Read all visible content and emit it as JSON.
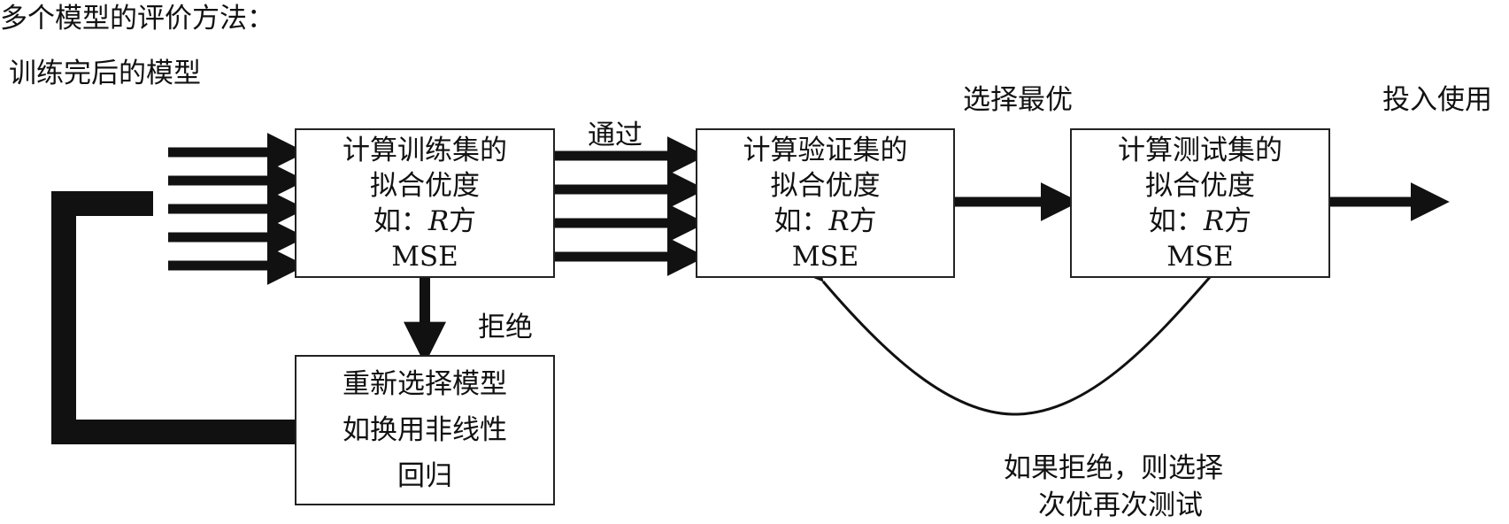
{
  "title": "多个模型的评价方法：",
  "subtitle": "训练完后的模型",
  "boxes": {
    "train": {
      "line1": "计算训练集的",
      "line2": "拟合优度",
      "line3_pre": "如：",
      "line3_r": "R",
      "line3_post": "方",
      "line4": "MSE"
    },
    "validate": {
      "line1": "计算验证集的",
      "line2": "拟合优度",
      "line3_pre": "如：",
      "line3_r": "R",
      "line3_post": "方",
      "line4": "MSE"
    },
    "test": {
      "line1": "计算测试集的",
      "line2": "拟合优度",
      "line3_pre": "如：",
      "line3_r": "R",
      "line3_post": "方",
      "line4": "MSE"
    },
    "reselect": {
      "line1": "重新选择模型",
      "line2": "如换用非线性",
      "line3": "回归"
    }
  },
  "labels": {
    "pass": "通过",
    "reject": "拒绝",
    "select_best": "选择最优",
    "deploy": "投入使用",
    "fallback_line1": "如果拒绝，则选择",
    "fallback_line2": "次优再次测试"
  },
  "colors": {
    "stroke": "#111111",
    "background": "#ffffff"
  }
}
